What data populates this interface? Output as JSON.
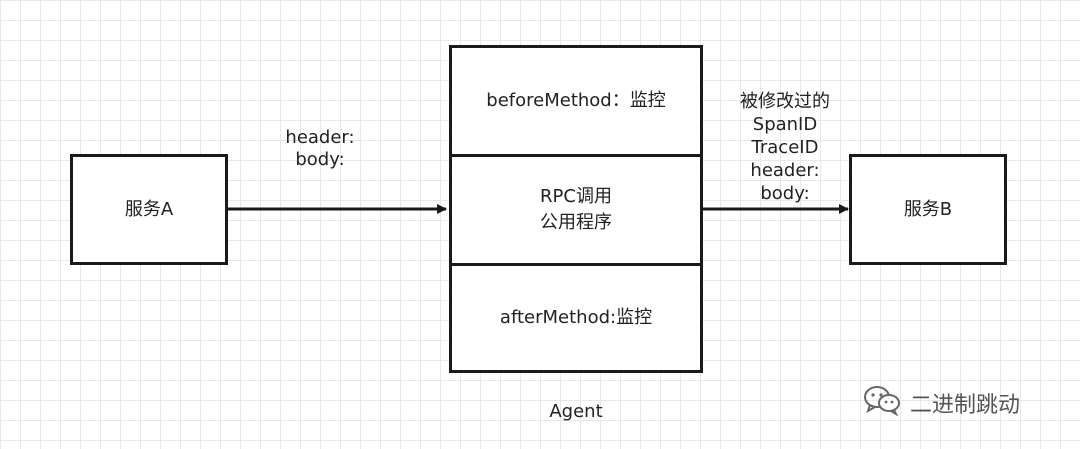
{
  "service_a": {
    "label": "服务A"
  },
  "service_b": {
    "label": "服务B"
  },
  "agent": {
    "before_method": "beforeMethod：监控",
    "rpc": [
      "RPC调用",
      "公用程序"
    ],
    "after_method": "afterMethod:监控",
    "caption": "Agent"
  },
  "left_arrow_label": [
    "header:",
    "body:"
  ],
  "right_arrow_label": [
    "被修改过的",
    "SpanID",
    "TraceID",
    "header:",
    "body:"
  ],
  "watermark": {
    "text": "二进制跳动",
    "icon": "wechat-icon"
  }
}
